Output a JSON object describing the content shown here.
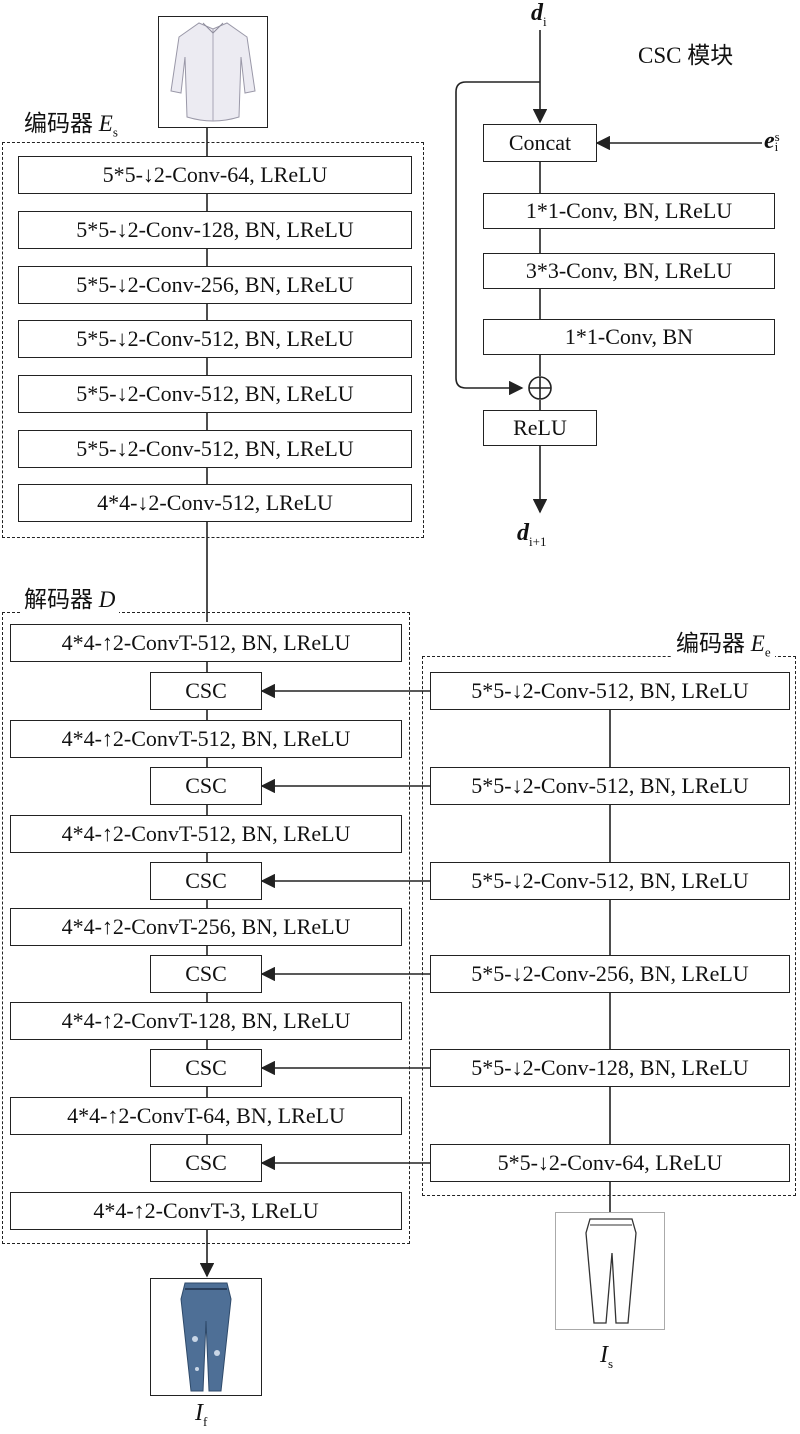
{
  "encoder_s": {
    "label_text": "编码器",
    "label_symbol": "E",
    "label_sub": "s",
    "layers": [
      "5*5-↓2-Conv-64, LReLU",
      "5*5-↓2-Conv-128, BN, LReLU",
      "5*5-↓2-Conv-256, BN, LReLU",
      "5*5-↓2-Conv-512, BN, LReLU",
      "5*5-↓2-Conv-512, BN, LReLU",
      "5*5-↓2-Conv-512, BN, LReLU",
      "4*4-↓2-Conv-512, LReLU"
    ]
  },
  "decoder": {
    "label_text": "解码器",
    "label_symbol": "D",
    "layers": [
      "4*4-↑2-ConvT-512, BN, LReLU",
      "4*4-↑2-ConvT-512, BN, LReLU",
      "4*4-↑2-ConvT-512, BN, LReLU",
      "4*4-↑2-ConvT-256, BN, LReLU",
      "4*4-↑2-ConvT-128, BN, LReLU",
      "4*4-↑2-ConvT-64, BN, LReLU",
      "4*4-↑2-ConvT-3, LReLU"
    ],
    "csc_label": "CSC"
  },
  "encoder_e": {
    "label_text": "编码器",
    "label_symbol": "E",
    "label_sub": "e",
    "layers": [
      "5*5-↓2-Conv-512, BN, LReLU",
      "5*5-↓2-Conv-512, BN, LReLU",
      "5*5-↓2-Conv-512, BN, LReLU",
      "5*5-↓2-Conv-256, BN, LReLU",
      "5*5-↓2-Conv-128, BN, LReLU",
      "5*5-↓2-Conv-64, LReLU"
    ]
  },
  "csc_module": {
    "title": "CSC 模块",
    "input_symbol": "d",
    "input_sub": "i",
    "side_symbol": "e",
    "side_sup": "s",
    "side_sub": "i",
    "output_symbol": "d",
    "output_sub": "i+1",
    "blocks": [
      "Concat",
      "1*1-Conv, BN, LReLU",
      "3*3-Conv, BN, LReLU",
      "1*1-Conv, BN",
      "ReLU"
    ],
    "sum_symbol": "⊕"
  },
  "images": {
    "input_shirt": "shirt-image",
    "sketch_symbol": "I",
    "sketch_sub": "s",
    "output_symbol": "I",
    "output_sub": "f"
  }
}
